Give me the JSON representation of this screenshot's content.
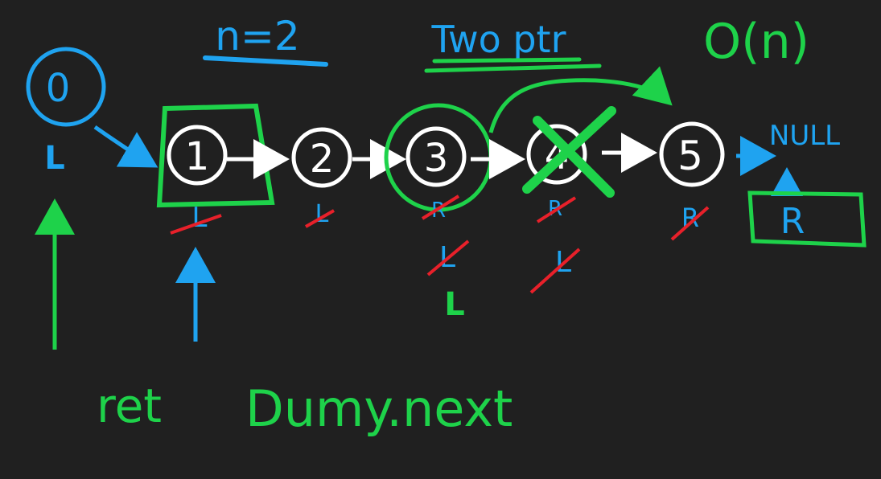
{
  "colors": {
    "background": "#202020",
    "white": "#ffffff",
    "blue": "#1fa3f0",
    "green": "#1ed24a",
    "red": "#e8202a"
  },
  "headings": {
    "n_value": "n=2",
    "technique": "Two ptr",
    "complexity": "O(n)"
  },
  "dummy_node": {
    "value": "0",
    "pointer_label": "L"
  },
  "nodes": [
    {
      "value": "1",
      "label": "L",
      "crossed": true
    },
    {
      "value": "2",
      "label": "L",
      "crossed": true
    },
    {
      "value": "3",
      "labels": [
        "R",
        "L",
        "L"
      ]
    },
    {
      "value": "4",
      "labels": [
        "R",
        "L"
      ],
      "removed": true
    },
    {
      "value": "5",
      "label": "R",
      "crossed": true
    }
  ],
  "null_label": "NULL",
  "right_pointer": "R",
  "return_text": {
    "prefix": "ret",
    "expression": "Dumy.next"
  }
}
